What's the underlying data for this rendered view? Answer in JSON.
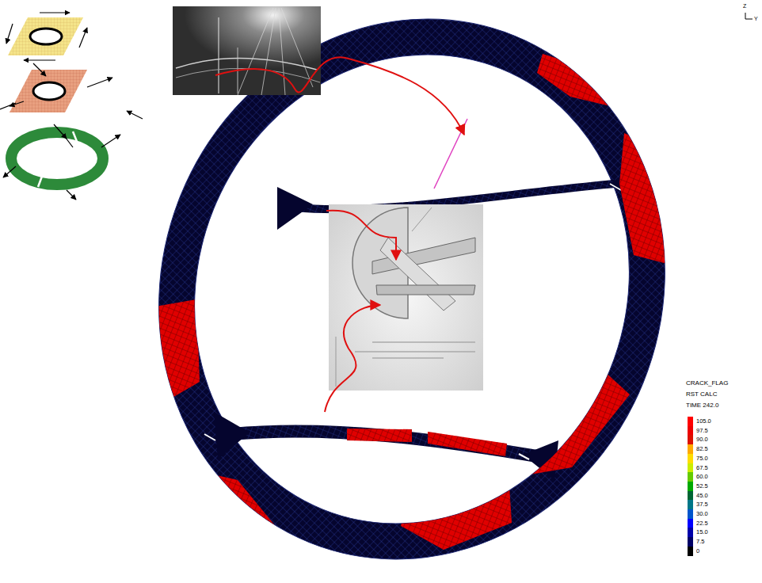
{
  "diagram": {
    "labels": [
      "Z",
      "Y",
      "CRACK_FLAG",
      "RST CALC",
      "TIME 242.0"
    ],
    "legend": [
      {
        "text": "105.0",
        "color": "#ff0000"
      },
      {
        "text": "97.5",
        "color": "#ee0000"
      },
      {
        "text": "90.0",
        "color": "#dd1100"
      },
      {
        "text": "82.5",
        "color": "#ffaa00"
      },
      {
        "text": "75.0",
        "color": "#ffdd00"
      },
      {
        "text": "67.5",
        "color": "#ccee00"
      },
      {
        "text": "60.0",
        "color": "#66cc00"
      },
      {
        "text": "52.5",
        "color": "#00aa00"
      },
      {
        "text": "45.0",
        "color": "#006633"
      },
      {
        "text": "37.5",
        "color": "#007788"
      },
      {
        "text": "30.0",
        "color": "#0055cc"
      },
      {
        "text": "22.5",
        "color": "#0000ff"
      },
      {
        "text": "15.0",
        "color": "#0000aa"
      },
      {
        "text": "7.5",
        "color": "#000066"
      },
      {
        "text": "0",
        "color": "#000000"
      }
    ]
  }
}
